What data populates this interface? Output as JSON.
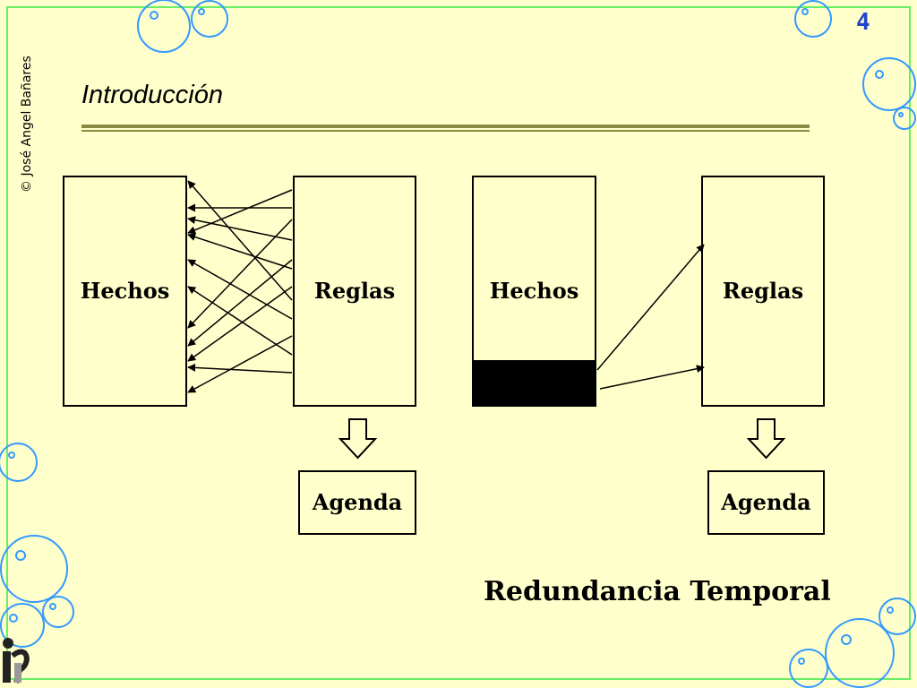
{
  "slide_number": "4",
  "copyright": "© José Angel Bañares",
  "title": "Introducción",
  "diagram_left": {
    "hechos_label": "Hechos",
    "reglas_label": "Reglas",
    "agenda_label": "Agenda"
  },
  "diagram_right": {
    "hechos_label": "Hechos",
    "reglas_label": "Reglas",
    "agenda_label": "Agenda"
  },
  "caption": "Redundancia Temporal",
  "colors": {
    "background": "#ffffcc",
    "frame": "#66ee66",
    "bubbles": "#3399ff",
    "slide_number": "#2244cc",
    "rule": "#8a8a40"
  }
}
